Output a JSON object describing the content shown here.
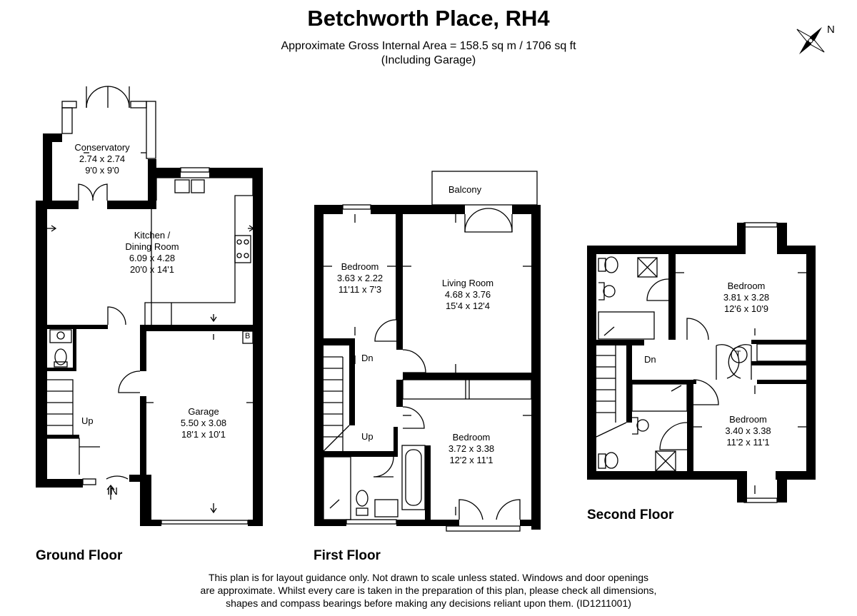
{
  "title": "Betchworth Place, RH4",
  "subtitle": "Approximate Gross Internal Area = 158.5 sq m / 1706 sq ft",
  "subtitle2": "(Including Garage)",
  "compass_label": "N",
  "floors": {
    "ground": "Ground Floor",
    "first": "First Floor",
    "second": "Second Floor"
  },
  "rooms": {
    "conservatory": {
      "name": "Conservatory",
      "metric": "2.74 x 2.74",
      "imperial": "9'0 x 9'0"
    },
    "kitchen": {
      "name": "Kitchen /",
      "name2": "Dining Room",
      "metric": "6.09 x 4.28",
      "imperial": "20'0 x 14'1"
    },
    "garage": {
      "name": "Garage",
      "metric": "5.50 x 3.08",
      "imperial": "18'1 x 10'1"
    },
    "ff_bedroom1": {
      "name": "Bedroom",
      "metric": "3.63 x 2.22",
      "imperial": "11'11 x 7'3"
    },
    "living": {
      "name": "Living Room",
      "metric": "4.68 x 3.76",
      "imperial": "15'4 x 12'4"
    },
    "ff_bedroom2": {
      "name": "Bedroom",
      "metric": "3.72 x 3.38",
      "imperial": "12'2 x 11'1"
    },
    "balcony": {
      "name": "Balcony"
    },
    "sf_bedroom1": {
      "name": "Bedroom",
      "metric": "3.81 x 3.28",
      "imperial": "12'6 x 10'9"
    },
    "sf_bedroom2": {
      "name": "Bedroom",
      "metric": "3.40 x 3.38",
      "imperial": "11'2 x 11'1"
    }
  },
  "marks": {
    "up": "Up",
    "dn": "Dn",
    "in": "IN",
    "boiler": "B",
    "tank": "T"
  },
  "disclaimer": [
    "This plan is for layout guidance only. Not drawn to scale unless stated. Windows and door openings",
    "are approximate. Whilst every care is taken in the preparation of this plan, please check all dimensions,",
    "shapes and compass bearings before making any decisions reliant upon them. (ID1211001)"
  ]
}
